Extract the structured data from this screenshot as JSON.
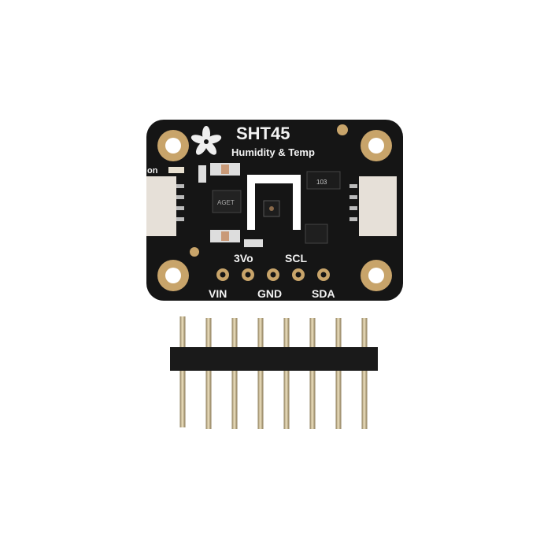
{
  "product": {
    "board_title": "SHT45",
    "board_subtitle": "Humidity & Temp",
    "led_label": "on",
    "pin_labels_top": [
      "3Vo",
      "SCL"
    ],
    "pin_labels_bottom": [
      "VIN",
      "GND",
      "SDA"
    ],
    "resistor_marking": "103",
    "regulator_marking": "AGET",
    "header_pin_count": 8
  },
  "colors": {
    "pcb": "#141414",
    "gold_pad": "#c9a66b",
    "connector": "#e8e3dc",
    "header_plastic": "#1a1a1a",
    "pin_metal": "#c8b48a"
  }
}
